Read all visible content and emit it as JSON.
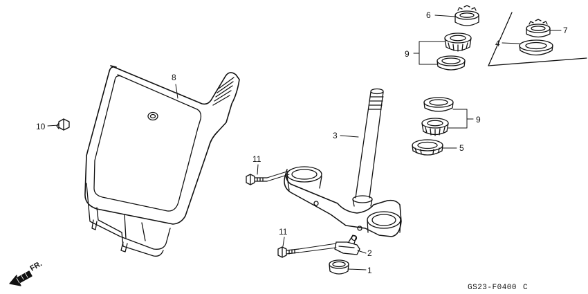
{
  "diagram": {
    "callouts": [
      {
        "id": "c1",
        "text": "1"
      },
      {
        "id": "c2",
        "text": "2"
      },
      {
        "id": "c3",
        "text": "3"
      },
      {
        "id": "c4",
        "text": "4"
      },
      {
        "id": "c5",
        "text": "5"
      },
      {
        "id": "c6",
        "text": "6"
      },
      {
        "id": "c7",
        "text": "7"
      },
      {
        "id": "c8",
        "text": "8"
      },
      {
        "id": "c9a",
        "text": "9"
      },
      {
        "id": "c9b",
        "text": "9"
      },
      {
        "id": "c10",
        "text": "10"
      },
      {
        "id": "c11a",
        "text": "11"
      },
      {
        "id": "c11b",
        "text": "11"
      }
    ],
    "front_indicator": "FR.",
    "figure_code": "GS23-F0400",
    "figure_code_mark": "C"
  }
}
